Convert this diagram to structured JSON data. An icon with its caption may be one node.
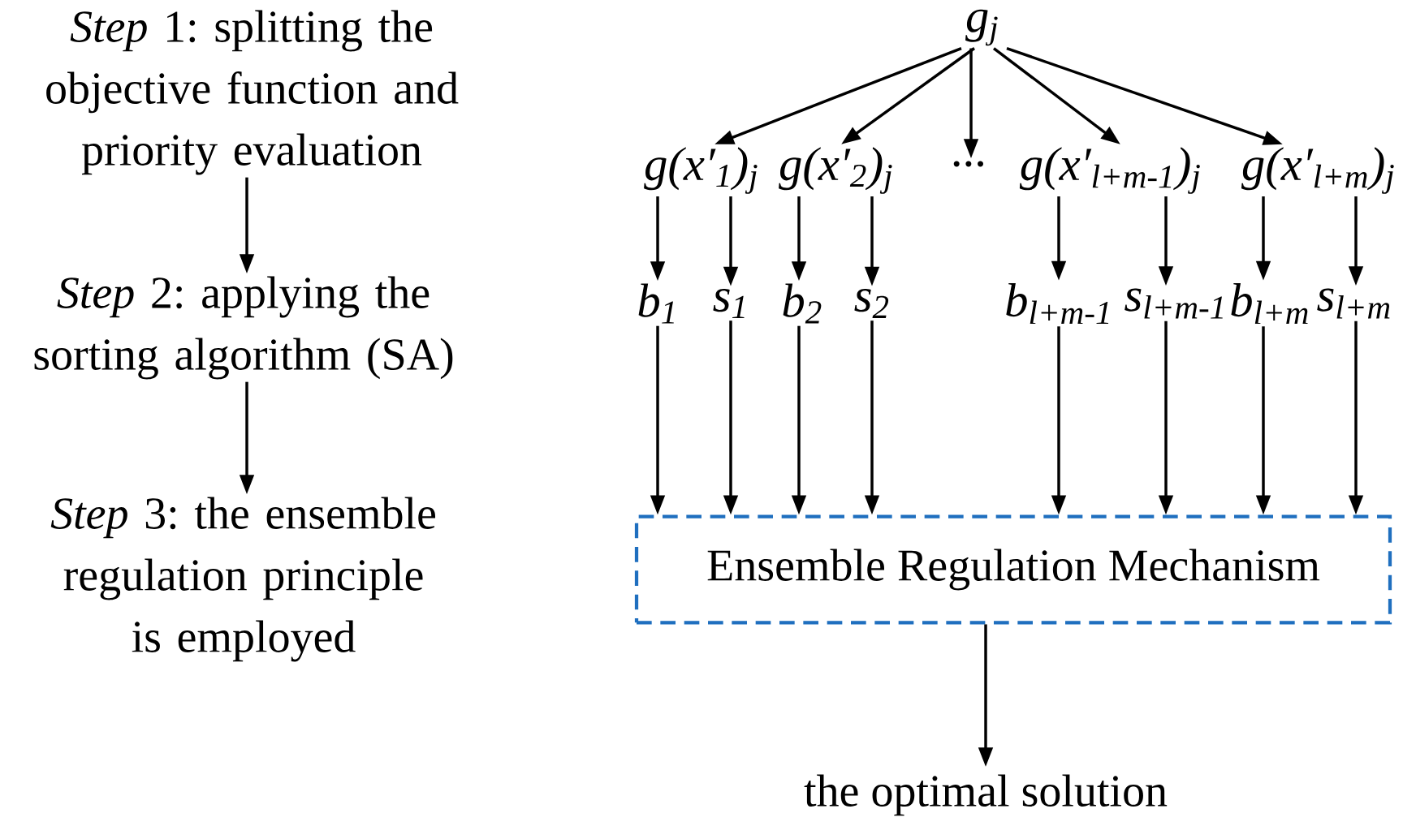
{
  "diagram": {
    "nodes": [
      {
        "text": [
          "*Step* 1: splitting the objective function and priority evaluation"
        ]
      },
      {
        "text": [
          "*Step* 2: applying the sorting algorithm (SA)"
        ]
      },
      {
        "text": [
          "*Step* 3: the ensemble regulation principle is employed"
        ]
      },
      {
        "text": [
          "g$_{j}$"
        ]
      },
      {
        "text": [
          "g(x′$_{1}$)$_{j}$"
        ]
      },
      {
        "text": [
          "g(x′$_{2}$)$_{j}$"
        ]
      },
      {
        "text": [
          "···"
        ]
      },
      {
        "text": [
          "g(x′$_{l+m-1}$)$_{j}$"
        ]
      },
      {
        "text": [
          "g(x′$_{l+m}$)$_{j}$"
        ]
      },
      {
        "text": [
          "b$_{1}$"
        ]
      },
      {
        "text": [
          "s$_{1}$"
        ]
      },
      {
        "text": [
          "b$_{2}$"
        ]
      },
      {
        "text": [
          "s$_{2}$"
        ]
      },
      {
        "text": [
          "b$_{l+m-1}$"
        ]
      },
      {
        "text": [
          "s$_{l+m-1}$"
        ]
      },
      {
        "text": [
          "b$_{l+m}$"
        ]
      },
      {
        "text": [
          "s$_{l+m}$"
        ]
      },
      {
        "text": [
          "Ensemble Regulation Mechanism"
        ]
      },
      {
        "text": [
          "the optimal solution"
        ]
      }
    ],
    "edges": [
      {
        "from": 0,
        "to": 1,
        "arrow": "to"
      },
      {
        "from": 1,
        "to": 2,
        "arrow": "to"
      },
      {
        "from": 3,
        "to": 4,
        "arrow": "to"
      },
      {
        "from": 3,
        "to": 5,
        "arrow": "to"
      },
      {
        "from": 3,
        "to": 6,
        "arrow": "to"
      },
      {
        "from": 3,
        "to": 7,
        "arrow": "to"
      },
      {
        "from": 3,
        "to": 8,
        "arrow": "to"
      },
      {
        "from": 4,
        "to": 9,
        "arrow": "to"
      },
      {
        "from": 4,
        "to": 10,
        "arrow": "to"
      },
      {
        "from": 5,
        "to": 11,
        "arrow": "to"
      },
      {
        "from": 5,
        "to": 12,
        "arrow": "to"
      },
      {
        "from": 7,
        "to": 13,
        "arrow": "to"
      },
      {
        "from": 7,
        "to": 14,
        "arrow": "to"
      },
      {
        "from": 8,
        "to": 15,
        "arrow": "to"
      },
      {
        "from": 8,
        "to": 16,
        "arrow": "to"
      },
      {
        "from": 9,
        "to": 17,
        "arrow": "to"
      },
      {
        "from": 10,
        "to": 17,
        "arrow": "to"
      },
      {
        "from": 11,
        "to": 17,
        "arrow": "to"
      },
      {
        "from": 12,
        "to": 17,
        "arrow": "to"
      },
      {
        "from": 13,
        "to": 17,
        "arrow": "to"
      },
      {
        "from": 14,
        "to": 17,
        "arrow": "to"
      },
      {
        "from": 15,
        "to": 17,
        "arrow": "to"
      },
      {
        "from": 16,
        "to": 17,
        "arrow": "to"
      },
      {
        "from": 17,
        "to": 18,
        "arrow": "to"
      }
    ]
  }
}
